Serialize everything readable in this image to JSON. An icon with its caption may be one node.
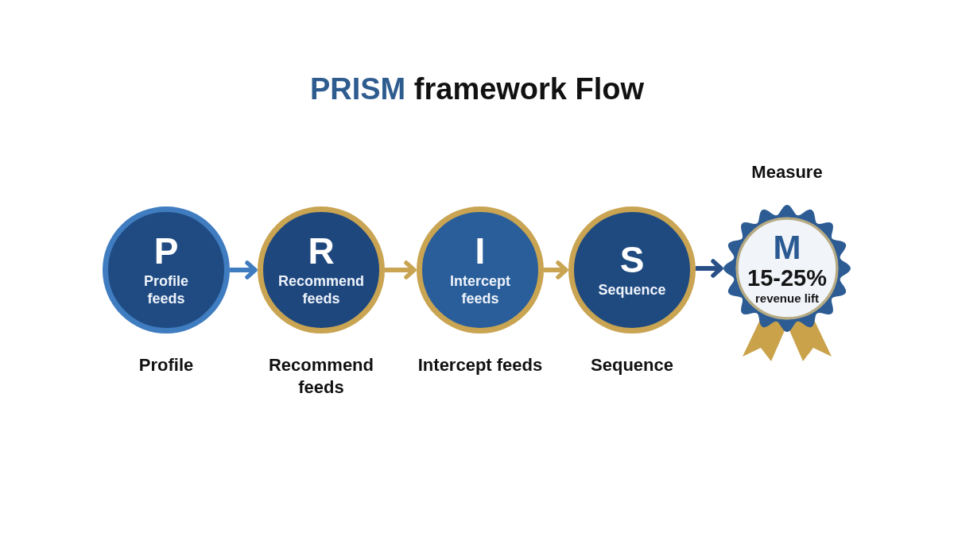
{
  "diagram": {
    "title": "PRISM framework Flow",
    "nodes": [
      {
        "text": [
          "P",
          "Profile feeds"
        ],
        "beside": [
          "Profile"
        ]
      },
      {
        "text": [
          "R",
          "Recommend feeds"
        ],
        "beside": [
          "Recommend feeds"
        ]
      },
      {
        "text": [
          "I",
          "Intercept feeds"
        ],
        "beside": [
          "Intercept feeds"
        ]
      },
      {
        "text": [
          "S",
          "Sequence"
        ],
        "beside": [
          "Sequence"
        ]
      },
      {
        "text": [
          "M",
          "15-25%",
          "revenue lift"
        ],
        "beside": [
          "Measure"
        ]
      }
    ],
    "edges": [
      {
        "from": 0,
        "to": 1,
        "arrow": "to",
        "color": "#3f7cc0"
      },
      {
        "from": 1,
        "to": 2,
        "arrow": "to",
        "color": "#c9a452"
      },
      {
        "from": 2,
        "to": 3,
        "arrow": "to",
        "color": "#c9a452"
      },
      {
        "from": 3,
        "to": 4,
        "arrow": "to",
        "color": "#285086"
      }
    ]
  }
}
